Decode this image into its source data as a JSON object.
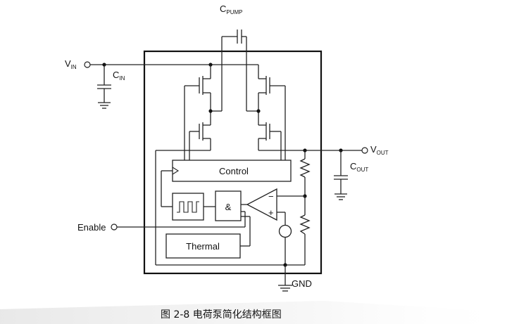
{
  "labels": {
    "vin": "V",
    "vin_sub": "IN",
    "cin": "C",
    "cin_sub": "IN",
    "cpump": "C",
    "cpump_sub": "PUMP",
    "vout": "V",
    "vout_sub": "OUT",
    "cout": "C",
    "cout_sub": "OUT",
    "enable": "Enable",
    "gnd": "GND",
    "control": "Control",
    "and_gate": "&",
    "thermal": "Thermal",
    "op_minus": "−",
    "op_plus": "+"
  },
  "caption": "图 2-8  电荷泵简化结构框图"
}
